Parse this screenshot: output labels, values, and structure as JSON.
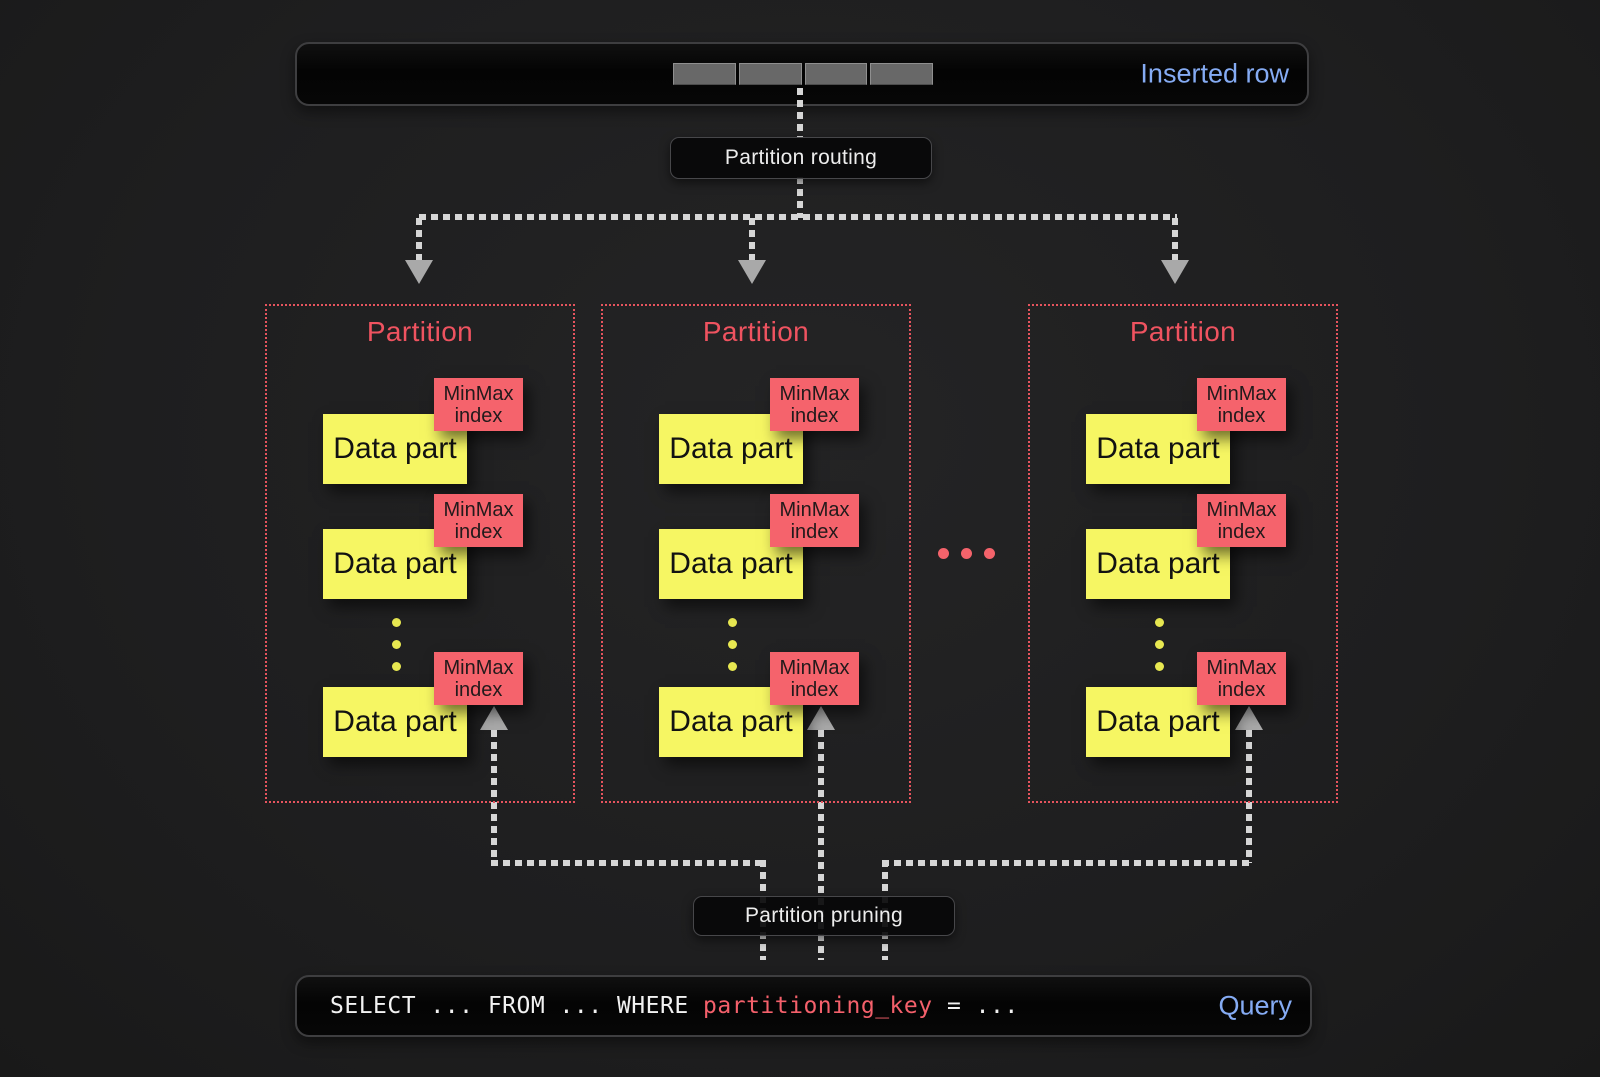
{
  "colors": {
    "background": "#1e1e1f",
    "bar_fill": "#060606",
    "bar_border": "#3e3e40",
    "accent_blue": "#85abf3",
    "partition_red": "#ef5360",
    "partition_border_red": "#e6545e",
    "data_part_yellow": "#f6f663",
    "minmax_red": "#f5636c",
    "dash_gray": "#d6d6d6",
    "arrow_gray": "#a9a9a9",
    "row_segment_gray": "#686868"
  },
  "inserted_row": {
    "label": "Inserted row",
    "segment_count": 4
  },
  "routing_label": "Partition routing",
  "pruning_label": "Partition pruning",
  "partition_gap_ellipsis": "...",
  "partitions": [
    {
      "title": "Partition",
      "parts": [
        {
          "label": "Data part",
          "index_label": "MinMax index"
        },
        {
          "label": "Data part",
          "index_label": "MinMax index"
        },
        {
          "label": "Data part",
          "index_label": "MinMax index"
        }
      ]
    },
    {
      "title": "Partition",
      "parts": [
        {
          "label": "Data part",
          "index_label": "MinMax index"
        },
        {
          "label": "Data part",
          "index_label": "MinMax index"
        },
        {
          "label": "Data part",
          "index_label": "MinMax index"
        }
      ]
    },
    {
      "title": "Partition",
      "parts": [
        {
          "label": "Data part",
          "index_label": "MinMax index"
        },
        {
          "label": "Data part",
          "index_label": "MinMax index"
        },
        {
          "label": "Data part",
          "index_label": "MinMax index"
        }
      ]
    }
  ],
  "query": {
    "prefix": "SELECT ... FROM ... WHERE ",
    "highlight": "partitioning_key",
    "suffix": " = ...",
    "label": "Query"
  }
}
